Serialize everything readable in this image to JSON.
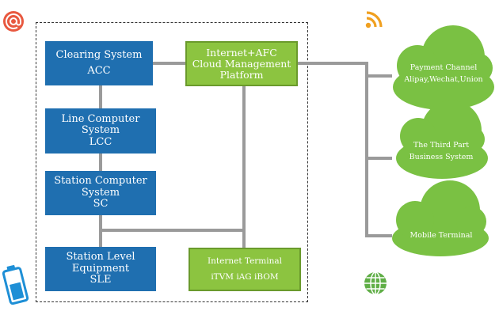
{
  "colors": {
    "blue_box": "#1f6fb0",
    "green_box": "#8cc440",
    "cloud": "#7ac143",
    "connector": "#9a9a9a"
  },
  "diagram": {
    "acc": {
      "line1": "Clearing System",
      "line2": "ACC"
    },
    "lcc": {
      "line1": "Line Computer",
      "line2": "System",
      "line3": "LCC"
    },
    "sc": {
      "line1": "Station Computer",
      "line2": "System",
      "line3": "SC"
    },
    "sle": {
      "line1": "Station Level",
      "line2": "Equipment",
      "line3": "SLE"
    },
    "platform": {
      "line1": "Internet+AFC",
      "line2": "Cloud Management",
      "line3": "Platform"
    },
    "terminal": {
      "line1": "Internet Terminal",
      "line2": "iTVM iAG iBOM"
    },
    "clouds": [
      {
        "line1": "Payment Channel",
        "line2": "Alipay,Wechat,Union"
      },
      {
        "line1": "The Third Part",
        "line2": "Business System"
      },
      {
        "line1": "Mobile Terminal"
      }
    ]
  },
  "icons": [
    "email-at-icon",
    "wifi-signal-icon",
    "battery-icon",
    "globe-icon"
  ]
}
